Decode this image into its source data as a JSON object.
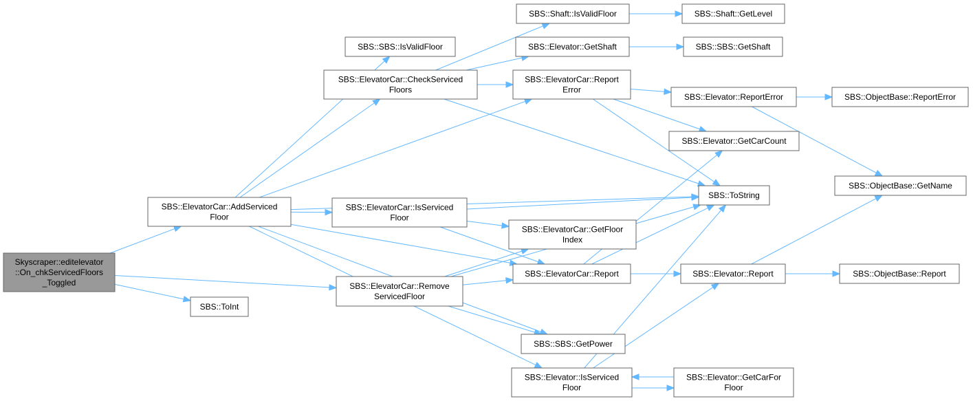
{
  "nodes": {
    "root": [
      "Skyscraper::editelevator",
      "::On_chkServicedFloors",
      "_Toggled"
    ],
    "addServiced": [
      "SBS::ElevatorCar::AddServiced",
      "Floor"
    ],
    "toInt": [
      "SBS::ToInt"
    ],
    "removeServiced": [
      "SBS::ElevatorCar::Remove",
      "ServicedFloor"
    ],
    "sbsIsValidFloor": [
      "SBS::SBS::IsValidFloor"
    ],
    "checkServiced": [
      "SBS::ElevatorCar::CheckServiced",
      "Floors"
    ],
    "carIsServiced": [
      "SBS::ElevatorCar::IsServiced",
      "Floor"
    ],
    "shaftIsValidFloor": [
      "SBS::Shaft::IsValidFloor"
    ],
    "elevGetShaft": [
      "SBS::Elevator::GetShaft"
    ],
    "carReportError": [
      "SBS::ElevatorCar::Report",
      "Error"
    ],
    "getFloorIndex": [
      "SBS::ElevatorCar::GetFloor",
      "Index"
    ],
    "carReport": [
      "SBS::ElevatorCar::Report"
    ],
    "getPower": [
      "SBS::SBS::GetPower"
    ],
    "elevIsServiced": [
      "SBS::Elevator::IsServiced",
      "Floor"
    ],
    "shaftGetLevel": [
      "SBS::Shaft::GetLevel"
    ],
    "sbsGetShaft": [
      "SBS::SBS::GetShaft"
    ],
    "elevReportError": [
      "SBS::Elevator::ReportError"
    ],
    "getCarCount": [
      "SBS::Elevator::GetCarCount"
    ],
    "toString": [
      "SBS::ToString"
    ],
    "elevReport": [
      "SBS::Elevator::Report"
    ],
    "getCarFor": [
      "SBS::Elevator::GetCarFor",
      "Floor"
    ],
    "objReportError": [
      "SBS::ObjectBase::ReportError"
    ],
    "objGetName": [
      "SBS::ObjectBase::GetName"
    ],
    "objReport": [
      "SBS::ObjectBase::Report"
    ]
  },
  "edges": [
    [
      "root",
      "addServiced"
    ],
    [
      "root",
      "toInt"
    ],
    [
      "root",
      "removeServiced"
    ],
    [
      "addServiced",
      "sbsIsValidFloor"
    ],
    [
      "addServiced",
      "checkServiced"
    ],
    [
      "addServiced",
      "carReportError"
    ],
    [
      "addServiced",
      "toString"
    ],
    [
      "addServiced",
      "carIsServiced"
    ],
    [
      "addServiced",
      "carReport"
    ],
    [
      "addServiced",
      "getPower"
    ],
    [
      "addServiced",
      "elevIsServiced"
    ],
    [
      "checkServiced",
      "shaftIsValidFloor"
    ],
    [
      "checkServiced",
      "elevGetShaft"
    ],
    [
      "checkServiced",
      "carReportError"
    ],
    [
      "checkServiced",
      "toString"
    ],
    [
      "carIsServiced",
      "toString"
    ],
    [
      "carIsServiced",
      "getFloorIndex"
    ],
    [
      "carIsServiced",
      "carReport"
    ],
    [
      "removeServiced",
      "getFloorIndex"
    ],
    [
      "removeServiced",
      "carReport"
    ],
    [
      "removeServiced",
      "toString"
    ],
    [
      "removeServiced",
      "getPower"
    ],
    [
      "shaftIsValidFloor",
      "shaftGetLevel"
    ],
    [
      "elevGetShaft",
      "sbsGetShaft"
    ],
    [
      "carReportError",
      "elevReportError"
    ],
    [
      "carReportError",
      "getCarCount"
    ],
    [
      "carReportError",
      "toString"
    ],
    [
      "carReport",
      "getCarCount"
    ],
    [
      "carReport",
      "toString"
    ],
    [
      "carReport",
      "elevReport"
    ],
    [
      "elevIsServiced",
      "toString"
    ],
    [
      "elevIsServiced",
      "elevReport"
    ],
    [
      "getCarFor",
      "elevIsServiced"
    ],
    [
      "elevIsServiced",
      "getCarFor"
    ],
    [
      "elevReportError",
      "objReportError"
    ],
    [
      "elevReportError",
      "objGetName"
    ],
    [
      "elevReport",
      "objGetName"
    ],
    [
      "elevReport",
      "objReport"
    ]
  ],
  "colors": {
    "edge": "#63b8ff",
    "node_border": "#666666",
    "root_fill": "#999999"
  }
}
